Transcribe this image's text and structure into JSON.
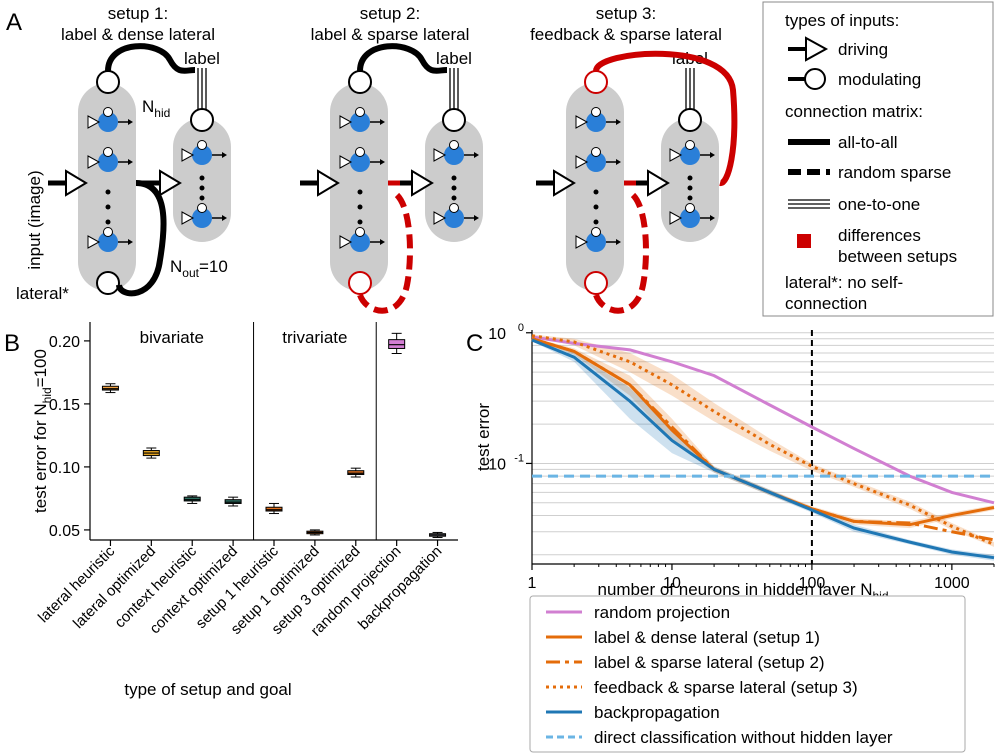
{
  "panel_labels": {
    "a": "A",
    "b": "B",
    "c": "C"
  },
  "panel_a": {
    "setup_titles": [
      [
        "setup 1:",
        "label & dense lateral"
      ],
      [
        "setup 2:",
        "label & sparse lateral"
      ],
      [
        "setup 3:",
        "feedback & sparse lateral"
      ]
    ],
    "label_text": "label",
    "input_text": "input (image)",
    "lateral_text": "lateral*",
    "n_hid_main": "N",
    "n_hid_sub": "hid",
    "n_out_main": "N",
    "n_out_sub": "out",
    "n_out_val": "=10",
    "legend": {
      "types_title": "types of inputs:",
      "driving": "driving",
      "modulating": "modulating",
      "matrix_title": "connection matrix:",
      "all_to_all": "all-to-all",
      "random_sparse": "random sparse",
      "one_to_one": "one-to-one",
      "diff_line1": "differences",
      "diff_line2": "between setups",
      "note_line1": "lateral*: no self-",
      "note_line2": "connection"
    },
    "colors": {
      "neuron": "#2a7fd8",
      "panel": "#cccccc",
      "highlight": "#cc0000"
    }
  },
  "chart_data": [
    {
      "type": "boxplot",
      "title": "",
      "ylabel_main": "test error for N",
      "ylabel_sub": "hid",
      "ylabel_tail": "=100",
      "xlabel": "type of setup and goal",
      "group_labels": [
        "bivariate",
        "trivariate"
      ],
      "ylim": [
        0.042,
        0.215
      ],
      "yticks": [
        0.05,
        0.1,
        0.15,
        0.2
      ],
      "ytick_labels": [
        "0.05",
        "0.10",
        "0.15",
        "0.20"
      ],
      "categories": [
        "lateral heuristic",
        "lateral optimized",
        "context heuristic",
        "context optimized",
        "setup 1 heuristic",
        "setup 1 optimized",
        "setup 3 optimized",
        "random projection",
        "backpropagation"
      ],
      "boxes": [
        {
          "q1": 0.161,
          "median": 0.162,
          "q3": 0.164,
          "whislo": 0.159,
          "whishi": 0.166,
          "color": "#f0a040"
        },
        {
          "q1": 0.109,
          "median": 0.111,
          "q3": 0.113,
          "whislo": 0.107,
          "whishi": 0.115,
          "color": "#e0a020"
        },
        {
          "q1": 0.073,
          "median": 0.074,
          "q3": 0.076,
          "whislo": 0.071,
          "whishi": 0.077,
          "color": "#2e6e60"
        },
        {
          "q1": 0.071,
          "median": 0.072,
          "q3": 0.074,
          "whislo": 0.069,
          "whishi": 0.076,
          "color": "#2e6e60"
        },
        {
          "q1": 0.065,
          "median": 0.066,
          "q3": 0.068,
          "whislo": 0.063,
          "whishi": 0.071,
          "color": "#e07020"
        },
        {
          "q1": 0.047,
          "median": 0.048,
          "q3": 0.049,
          "whislo": 0.046,
          "whishi": 0.05,
          "color": "#e07020"
        },
        {
          "q1": 0.094,
          "median": 0.095,
          "q3": 0.097,
          "whislo": 0.092,
          "whishi": 0.099,
          "color": "#e07020"
        },
        {
          "q1": 0.194,
          "median": 0.197,
          "q3": 0.201,
          "whislo": 0.19,
          "whishi": 0.206,
          "color": "#d47fd4"
        },
        {
          "q1": 0.045,
          "median": 0.046,
          "q3": 0.047,
          "whislo": 0.044,
          "whishi": 0.048,
          "color": "#9090a0"
        }
      ]
    },
    {
      "type": "line",
      "xscale": "log",
      "yscale": "log",
      "xlabel_main": "number of neurons in hidden layer N",
      "xlabel_sub": "hid",
      "ylabel": "test error",
      "xlim": [
        1,
        2000
      ],
      "ylim": [
        0.017,
        1.05
      ],
      "xticks": [
        1,
        10,
        100,
        1000
      ],
      "xtick_labels": [
        "1",
        "10",
        "100",
        "1000"
      ],
      "ytick_labels": [
        {
          "main": "10",
          "exp": "0"
        },
        {
          "main": "10",
          "exp": "-1"
        }
      ],
      "vline_x": 100,
      "series": [
        {
          "name": "random projection",
          "color": "#d17fd1",
          "style": "solid",
          "x": [
            1,
            2,
            5,
            10,
            20,
            50,
            100,
            200,
            500,
            1000,
            2000
          ],
          "y": [
            0.93,
            0.83,
            0.74,
            0.6,
            0.47,
            0.28,
            0.19,
            0.13,
            0.08,
            0.06,
            0.05
          ]
        },
        {
          "name": "label & dense lateral (setup 1)",
          "color": "#e46c0a",
          "style": "solid",
          "x": [
            1,
            2,
            5,
            10,
            20,
            50,
            100,
            200,
            500,
            1000,
            2000
          ],
          "y": [
            0.9,
            0.72,
            0.4,
            0.18,
            0.09,
            0.06,
            0.045,
            0.036,
            0.034,
            0.04,
            0.046
          ],
          "band_lo": [
            0.88,
            0.68,
            0.33,
            0.15,
            0.085,
            0.057,
            0.043,
            0.034,
            0.032,
            0.038,
            0.044
          ],
          "band_hi": [
            0.92,
            0.76,
            0.47,
            0.22,
            0.095,
            0.063,
            0.047,
            0.038,
            0.036,
            0.042,
            0.048
          ]
        },
        {
          "name": "label & sparse lateral (setup 2)",
          "color": "#e46c0a",
          "style": "dashdot",
          "x": [
            1,
            2,
            5,
            10,
            20,
            50,
            100,
            200,
            500,
            1000,
            2000
          ],
          "y": [
            0.9,
            0.72,
            0.4,
            0.19,
            0.09,
            0.06,
            0.045,
            0.036,
            0.035,
            0.03,
            0.026
          ]
        },
        {
          "name": "feedback & sparse lateral (setup 3)",
          "color": "#e46c0a",
          "style": "dotted",
          "x": [
            1,
            2,
            5,
            10,
            20,
            50,
            100,
            200,
            500,
            1000,
            2000
          ],
          "y": [
            0.95,
            0.85,
            0.6,
            0.4,
            0.25,
            0.14,
            0.095,
            0.07,
            0.048,
            0.033,
            0.024
          ],
          "band_lo": [
            0.93,
            0.8,
            0.5,
            0.33,
            0.21,
            0.125,
            0.088,
            0.066,
            0.045,
            0.031,
            0.023
          ],
          "band_hi": [
            0.97,
            0.9,
            0.7,
            0.48,
            0.29,
            0.155,
            0.1,
            0.074,
            0.051,
            0.035,
            0.025
          ]
        },
        {
          "name": "backpropagation",
          "color": "#1f77b4",
          "style": "solid",
          "x": [
            1,
            2,
            5,
            10,
            20,
            50,
            100,
            200,
            500,
            1000,
            2000
          ],
          "y": [
            0.88,
            0.65,
            0.3,
            0.15,
            0.09,
            0.06,
            0.044,
            0.032,
            0.025,
            0.021,
            0.019
          ],
          "band_lo": [
            0.86,
            0.6,
            0.22,
            0.12,
            0.085,
            0.057,
            0.042,
            0.03,
            0.024,
            0.02,
            0.018
          ],
          "band_hi": [
            0.9,
            0.7,
            0.38,
            0.18,
            0.095,
            0.063,
            0.046,
            0.034,
            0.026,
            0.022,
            0.02
          ]
        },
        {
          "name": "direct classification without hidden layer",
          "color": "#6bb5e4",
          "style": "dashed",
          "x": [
            1,
            2000
          ],
          "y": [
            0.08,
            0.08
          ]
        }
      ]
    }
  ]
}
